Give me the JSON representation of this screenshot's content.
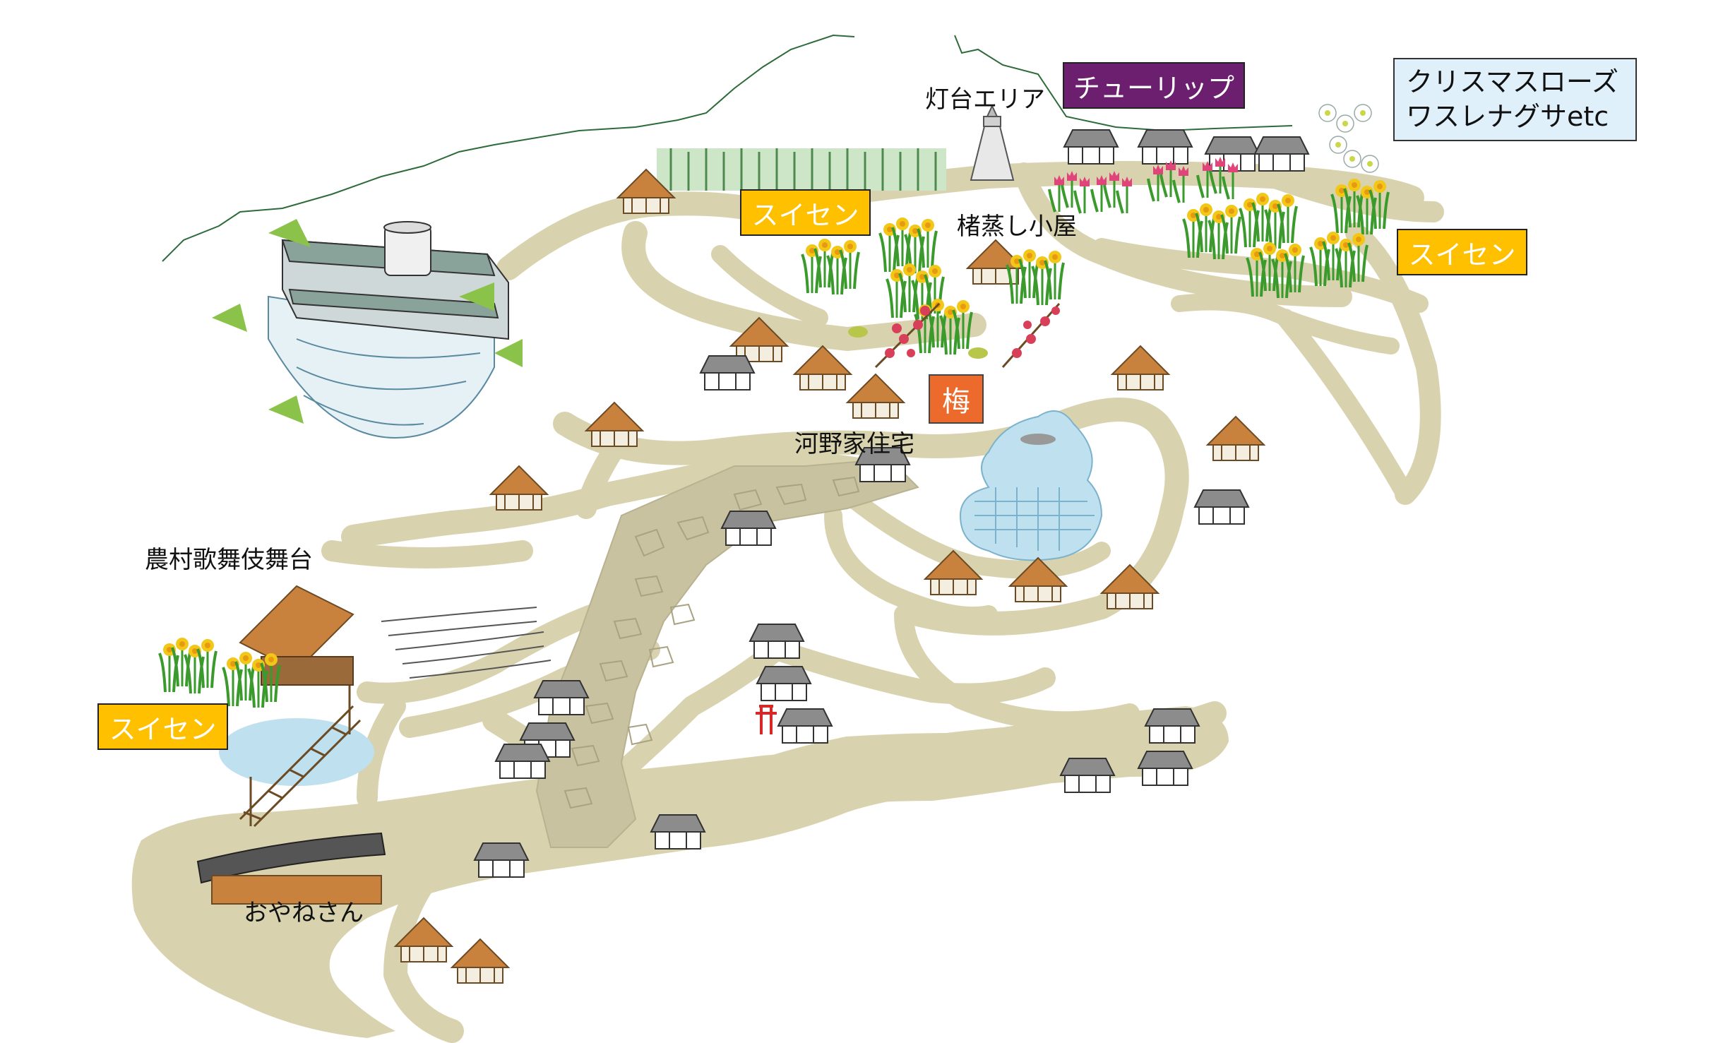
{
  "colors": {
    "path": "#d8d3ae",
    "path_stone": "#c8c2a0",
    "mountain_line": "#2e6b3a",
    "pond": "#bfe0ee",
    "thatch": "#c9823e",
    "thatch_dark": "#8a5a2b",
    "roof_gray": "#8c8c8c",
    "daffodil": "#f2c718",
    "leaf": "#3a9a2c",
    "tulip": "#e0447a",
    "plum": "#d8405a",
    "label_yellow": "#ffc000",
    "label_purple": "#6b1f6e",
    "label_orange": "#ec6a2c",
    "label_blue": "#dff0fb"
  },
  "place_labels": {
    "toudai": "灯台エリア",
    "choumushi": "楮蒸し小屋",
    "kawano": "河野家住宅",
    "kabuki": "農村歌舞伎舞台",
    "oyanesan": "おやねさん"
  },
  "flower_tags": {
    "tulip": "チューリップ",
    "christmas_rose_line1": "クリスマスローズ",
    "christmas_rose_line2": "ワスレナグサetc",
    "suisen_top": "スイセン",
    "suisen_right": "スイセン",
    "suisen_left": "スイセン",
    "ume": "梅"
  },
  "icons": [
    "lighthouse-icon",
    "museum-building-icon",
    "thatched-house-icon",
    "tiled-house-icon",
    "daffodil-icon",
    "tulip-icon",
    "plum-blossom-icon",
    "christmas-rose-icon",
    "suspension-bridge-icon",
    "torii-icon",
    "pond-icon"
  ]
}
